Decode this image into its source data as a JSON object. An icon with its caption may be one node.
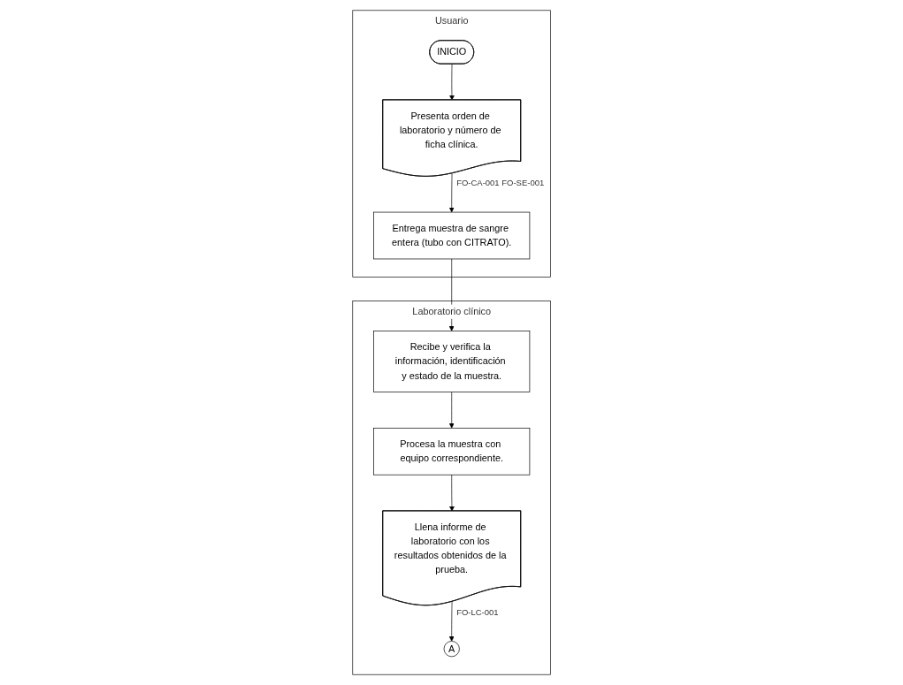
{
  "diagram": {
    "nodes": [
      {
        "text": [
          "Usuario"
        ]
      },
      {
        "text": [
          "INICIO"
        ],
        "in": 0
      },
      {
        "text": [
          "Presenta orden de laboratorio y número de ficha clínica."
        ],
        "in": 0,
        "beside": [
          "FO-CA-001 FO-SE-001"
        ]
      },
      {
        "text": [
          "Entrega muestra de sangre entera (tubo con CITRATO)."
        ],
        "in": 0
      },
      {
        "text": [
          "Laboratorio clínico"
        ]
      },
      {
        "text": [
          "Recibe y verifica la información, identificación y estado de la muestra."
        ],
        "in": 4
      },
      {
        "text": [
          "Procesa la muestra con equipo correspondiente."
        ],
        "in": 4
      },
      {
        "text": [
          "Llena informe de laboratorio con los resultados obtenidos de la prueba."
        ],
        "in": 4,
        "beside": [
          "FO-LC-001"
        ]
      },
      {
        "text": [
          "A"
        ],
        "in": 4
      }
    ],
    "edges": [
      {
        "from": 1,
        "to": 2,
        "arrow": "to"
      },
      {
        "from": 2,
        "to": 3,
        "arrow": "to"
      },
      {
        "from": 3,
        "to": 5,
        "arrow": "to"
      },
      {
        "from": 5,
        "to": 6,
        "arrow": "to"
      },
      {
        "from": 6,
        "to": 7,
        "arrow": "to"
      },
      {
        "from": 7,
        "to": 8,
        "arrow": "to"
      }
    ]
  }
}
